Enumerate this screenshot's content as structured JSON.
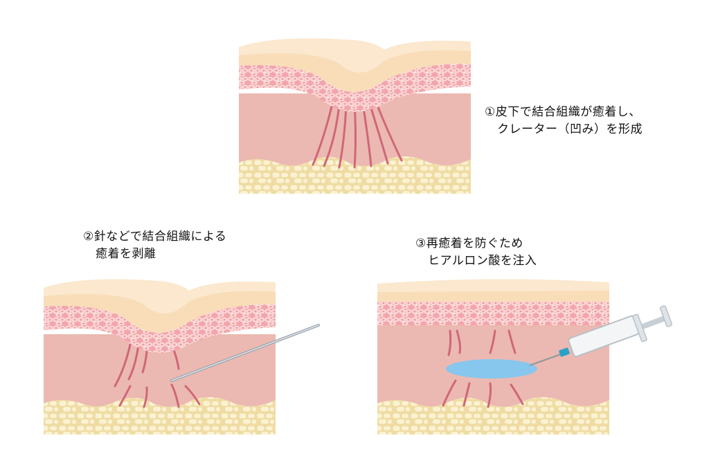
{
  "steps": [
    {
      "number": "①",
      "line1": "皮下で結合組織が癒着し、",
      "line2": "クレーター（凹み）を形成"
    },
    {
      "number": "②",
      "line1": "針などで結合組織による",
      "line2": "癒着を剥離"
    },
    {
      "number": "③",
      "line1": "再癒着を防ぐため",
      "line2": "ヒアルロン酸を注入"
    }
  ],
  "colors": {
    "epidermis": "#f8ddb8",
    "epidermis_top": "#fbe8cf",
    "cell_layer": "#f2a6ab",
    "cell_outline": "#fde6e4",
    "dermis": "#ebb9b1",
    "fiber": "#cf6679",
    "fat": "#f6e6b4",
    "fat_cell": "#fbf2d3",
    "hyaluronic": "#87c7ee"
  }
}
